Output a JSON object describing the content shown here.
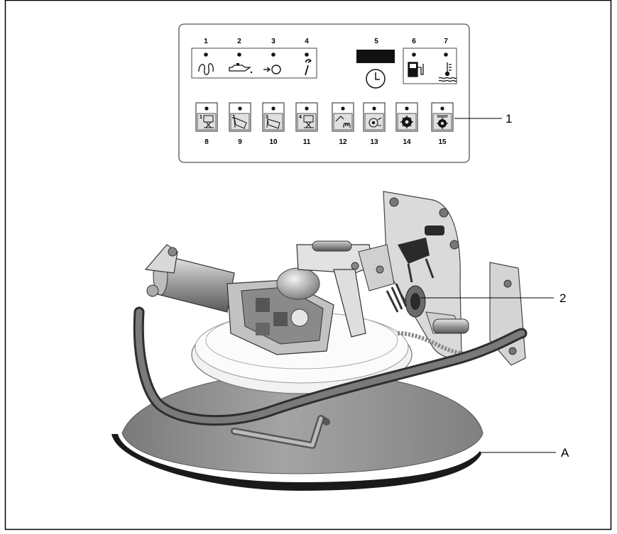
{
  "panel": {
    "top_numbers": [
      "1",
      "2",
      "3",
      "4",
      "5",
      "6",
      "7"
    ],
    "bottom_numbers": [
      "8",
      "9",
      "10",
      "11",
      "12",
      "13",
      "14",
      "15"
    ],
    "key_prefixes": [
      "1",
      "2",
      "3",
      "4"
    ],
    "indicators": [
      {
        "number": "1",
        "icon": "glow-plug-icon"
      },
      {
        "number": "2",
        "icon": "oil-pressure-icon"
      },
      {
        "number": "3",
        "icon": "charge-icon"
      },
      {
        "number": "4",
        "icon": "service-wrench-icon"
      },
      {
        "number": "5",
        "icon": "hour-meter-icon"
      },
      {
        "number": "6",
        "icon": "fuel-icon"
      },
      {
        "number": "7",
        "icon": "coolant-temperature-icon"
      }
    ],
    "keys": [
      {
        "number": "8",
        "icon": "preset-1-icon"
      },
      {
        "number": "9",
        "icon": "preset-2-icon"
      },
      {
        "number": "10",
        "icon": "preset-3-icon"
      },
      {
        "number": "11",
        "icon": "preset-4-icon"
      },
      {
        "number": "12",
        "icon": "float-icon"
      },
      {
        "number": "13",
        "icon": "pump-icon"
      },
      {
        "number": "14",
        "icon": "brush-icon"
      },
      {
        "number": "15",
        "icon": "brush-water-icon"
      }
    ]
  },
  "callouts": {
    "panel": "1",
    "mechanism": "2",
    "brush": "A"
  },
  "colors": {
    "frame": "#000000",
    "panel_border": "#555555",
    "brush": "#8f8f8f",
    "brush_rim": "#1a1a1a",
    "metal": "#bcbcbc"
  }
}
